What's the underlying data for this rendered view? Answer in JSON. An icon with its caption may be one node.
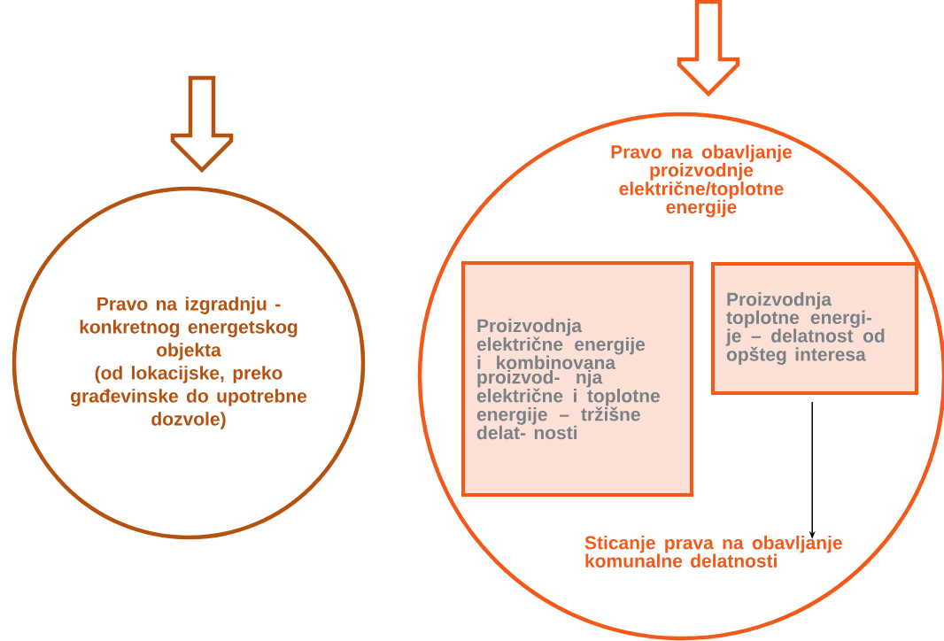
{
  "diagram": {
    "nodes": [
      {
        "text": [
          "Pravo na izgradnju - konkretnog energetskog objekta",
          "(od lokacijske, preko građevinske do upotrebne dozvole)"
        ]
      },
      {
        "text": [
          "Pravo na obavljanje proizvodnje električne/toplotne energije"
        ]
      },
      {
        "text": [
          "Proizvodnja električne energije i kombinovana proizvod- nja električne i toplotne energije – tržišne delat- nosti"
        ],
        "in": 1
      },
      {
        "text": [
          "Proizvodnja toplotne energi- je – delatnost od opšteg interesa"
        ],
        "in": 1
      },
      {
        "text": [
          "Sticanje prava na obavljanje komunalne delatnosti"
        ],
        "in": 1
      }
    ],
    "edges": [
      {
        "from": null,
        "to": 0,
        "arrow": "to",
        "style": "thick",
        "color": "#b5520f"
      },
      {
        "from": null,
        "to": 1,
        "arrow": "to",
        "style": "thick",
        "color": "#f35a1a"
      },
      {
        "from": 3,
        "to": 4,
        "arrow": "to",
        "color": "#000000"
      }
    ]
  }
}
